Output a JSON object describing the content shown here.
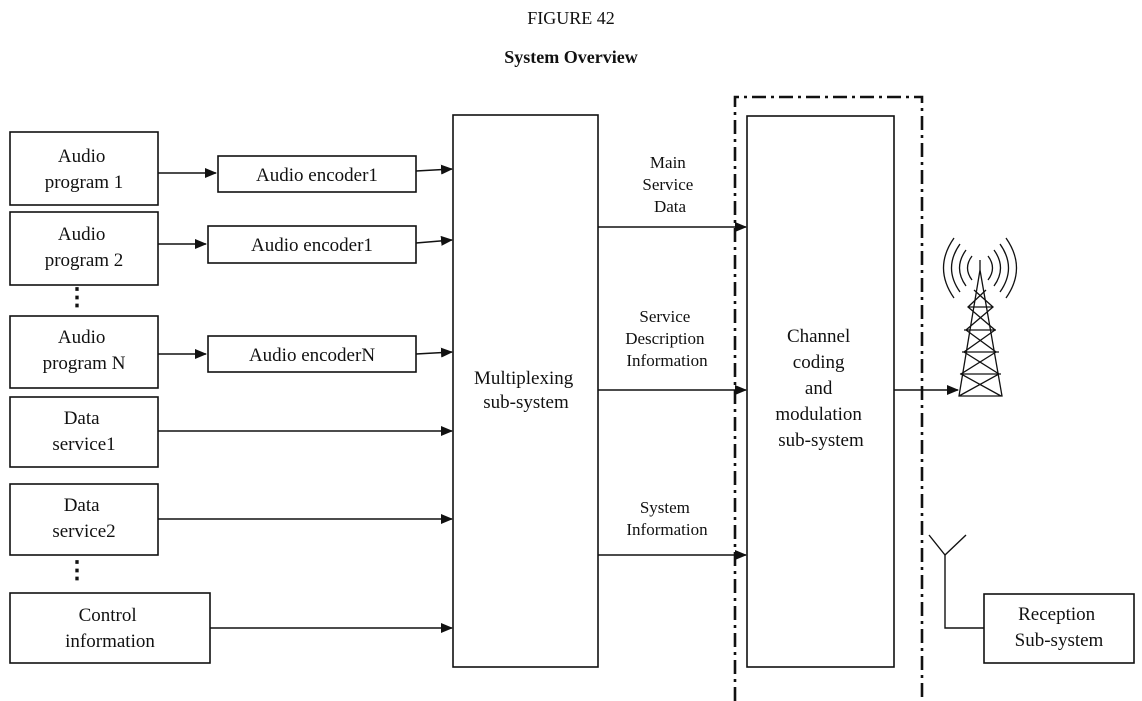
{
  "figure": {
    "label": "FIGURE 42",
    "title": "System Overview"
  },
  "sources": {
    "audio_program_1": [
      "Audio",
      "program 1"
    ],
    "audio_program_2": [
      "Audio",
      "program 2"
    ],
    "audio_program_n": [
      "Audio",
      "program N"
    ],
    "data_service_1": [
      "Data",
      "service1"
    ],
    "data_service_2": [
      "Data",
      "service2"
    ],
    "control_information": [
      "Control",
      "information"
    ]
  },
  "encoders": {
    "encoder_1": "Audio encoder1",
    "encoder_2": "Audio encoder1",
    "encoder_n": "Audio encoderN"
  },
  "multiplexer": [
    "Multiplexing",
    "sub-system"
  ],
  "flows": {
    "main_service_data": [
      "Main",
      "Service",
      "Data"
    ],
    "service_description": [
      "Service",
      "Description",
      "Information"
    ],
    "system_information": [
      "System",
      "Information"
    ]
  },
  "channel_coding": [
    "Channel",
    "coding",
    "and",
    "modulation",
    "sub-system"
  ],
  "reception": [
    "Reception",
    "Sub-system"
  ],
  "ellipsis": "⋮"
}
